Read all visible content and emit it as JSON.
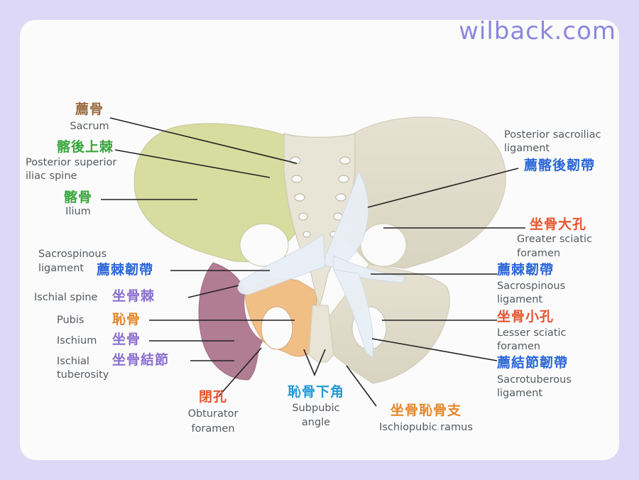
{
  "watermark": "wilback.com",
  "labels": {
    "sacrum": {
      "jp": "薦骨",
      "en": "Sacrum"
    },
    "psis": {
      "jp": "髂後上棘",
      "en1": "Posterior superior",
      "en2": "iliac spine"
    },
    "ilium": {
      "jp": "髂骨",
      "en": "Ilium"
    },
    "sacrospinous_left": {
      "en1": "Sacrospinous",
      "en2": "ligament",
      "jp": "薦棘韌帶"
    },
    "ischial_spine": {
      "en": "Ischial spine",
      "jp": "坐骨棘"
    },
    "pubis": {
      "en": "Pubis",
      "jp": "恥骨"
    },
    "ischium": {
      "en": "Ischium",
      "jp": "坐骨"
    },
    "ischial_tuberosity": {
      "en1": "Ischial",
      "en2": "tuberosity",
      "jp": "坐骨結節"
    },
    "obturator_foramen": {
      "jp": "閉孔",
      "en1": "Obturator",
      "en2": "foramen"
    },
    "subpubic_angle": {
      "jp": "恥骨下角",
      "en1": "Subpubic",
      "en2": "angle"
    },
    "ischiopubic_ramus": {
      "jp": "坐骨恥骨支",
      "en": "Ischiopubic ramus"
    },
    "posterior_sacroiliac": {
      "en1": "Posterior sacroiliac",
      "en2": "ligament",
      "jp": "薦髂後韌帶"
    },
    "greater_sciatic": {
      "jp": "坐骨大孔",
      "en1": "Greater sciatic",
      "en2": "foramen"
    },
    "sacrospinous_right": {
      "jp": "薦棘韌帶",
      "en1": "Sacrospinous",
      "en2": "ligament"
    },
    "lesser_sciatic": {
      "jp": "坐骨小孔",
      "en1": "Lesser sciatic",
      "en2": "foramen"
    },
    "sacrotuberous": {
      "jp": "薦結節韌帶",
      "en1": "Sacrotuberous",
      "en2": "ligament"
    }
  },
  "colors": {
    "background": "#dcd8f5",
    "card": "#fbfbfc",
    "bone": "#e3decd",
    "ilium_highlight": "#d8dfa0",
    "ischium_highlight": "#b07a91",
    "pubis_highlight": "#f0be83",
    "ligament": "#e8eef6",
    "watermark": "#8b86df"
  }
}
